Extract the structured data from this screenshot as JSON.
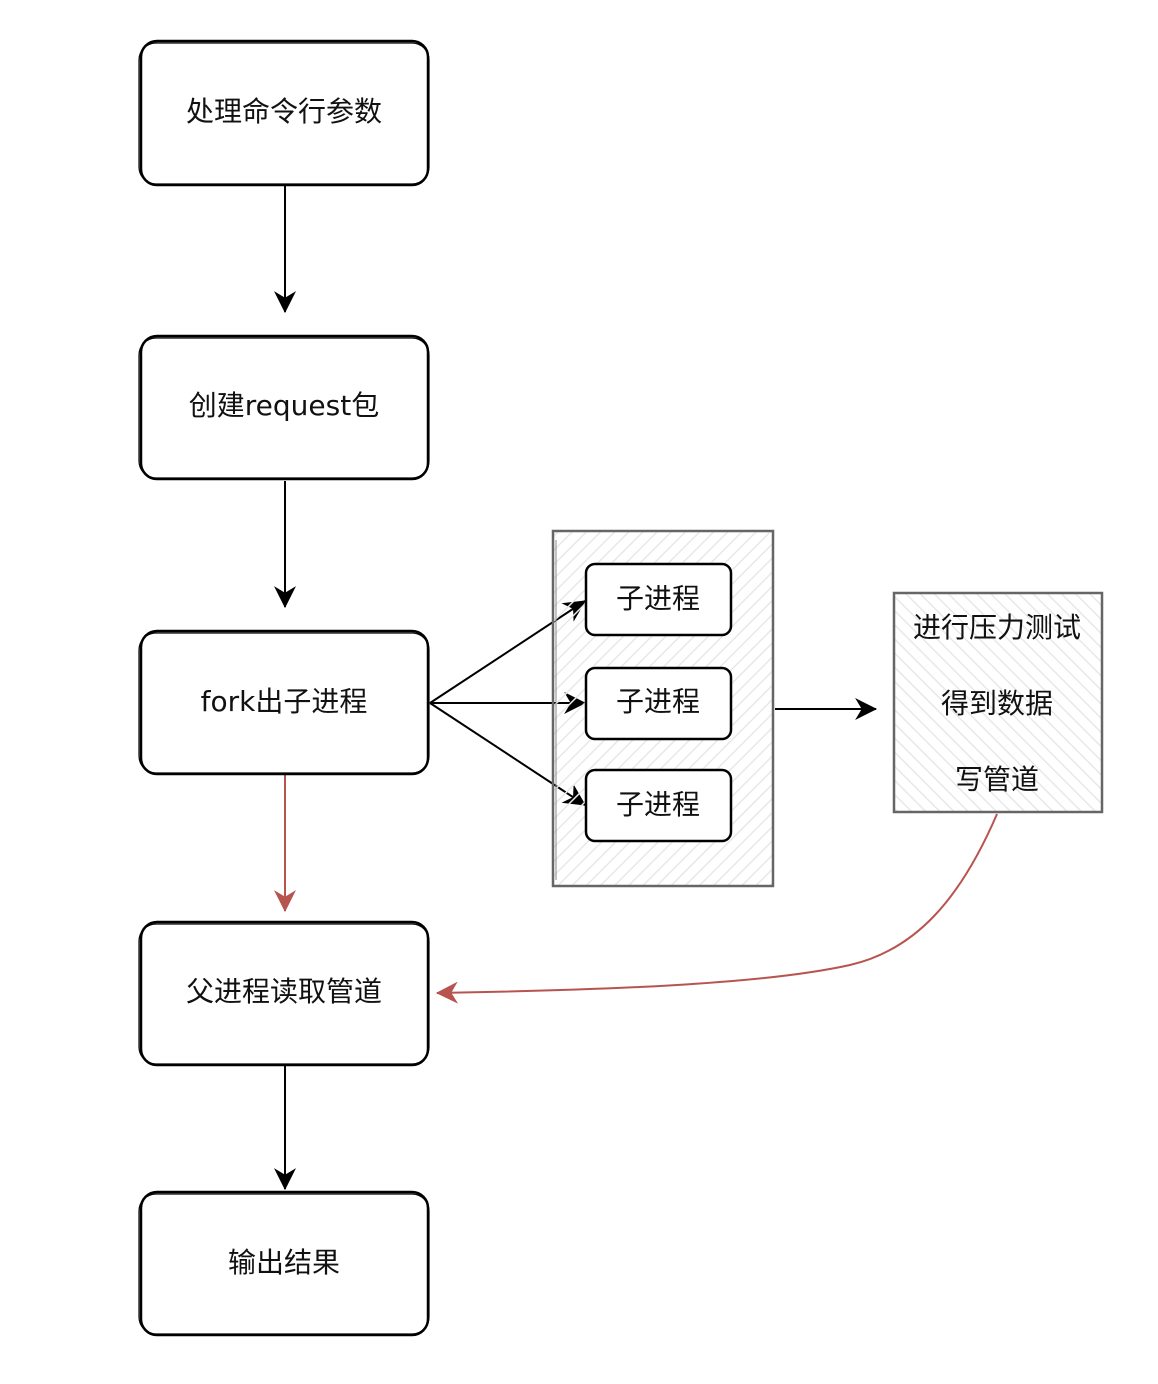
{
  "diagram": {
    "type": "flowchart",
    "style": "sketch",
    "colors": {
      "stroke": "#000000",
      "group_stroke": "#666666",
      "hatch": "#e6e6e6",
      "highlight_edge": "#b85450",
      "node_fill": "#ffffff"
    },
    "nodes": {
      "parse_args": {
        "label": "处理命令行参数"
      },
      "create_request": {
        "label": "创建request包"
      },
      "fork_children": {
        "label": "fork出子进程"
      },
      "parent_read_pipe": {
        "label": "父进程读取管道"
      },
      "output_result": {
        "label": "输出结果"
      },
      "child_1": {
        "label": "子进程"
      },
      "child_2": {
        "label": "子进程"
      },
      "child_3": {
        "label": "子进程"
      },
      "stress_test": {
        "lines": [
          "进行压力测试",
          "得到数据",
          "写管道"
        ]
      }
    },
    "edges": [
      {
        "from": "parse_args",
        "to": "create_request",
        "color": "black"
      },
      {
        "from": "create_request",
        "to": "fork_children",
        "color": "black"
      },
      {
        "from": "fork_children",
        "to": "child_1",
        "color": "black"
      },
      {
        "from": "fork_children",
        "to": "child_2",
        "color": "black"
      },
      {
        "from": "fork_children",
        "to": "child_3",
        "color": "black"
      },
      {
        "from": "children_group",
        "to": "stress_test",
        "color": "black"
      },
      {
        "from": "fork_children",
        "to": "parent_read_pipe",
        "color": "red"
      },
      {
        "from": "stress_test",
        "to": "parent_read_pipe",
        "color": "red"
      },
      {
        "from": "parent_read_pipe",
        "to": "output_result",
        "color": "black"
      }
    ]
  }
}
